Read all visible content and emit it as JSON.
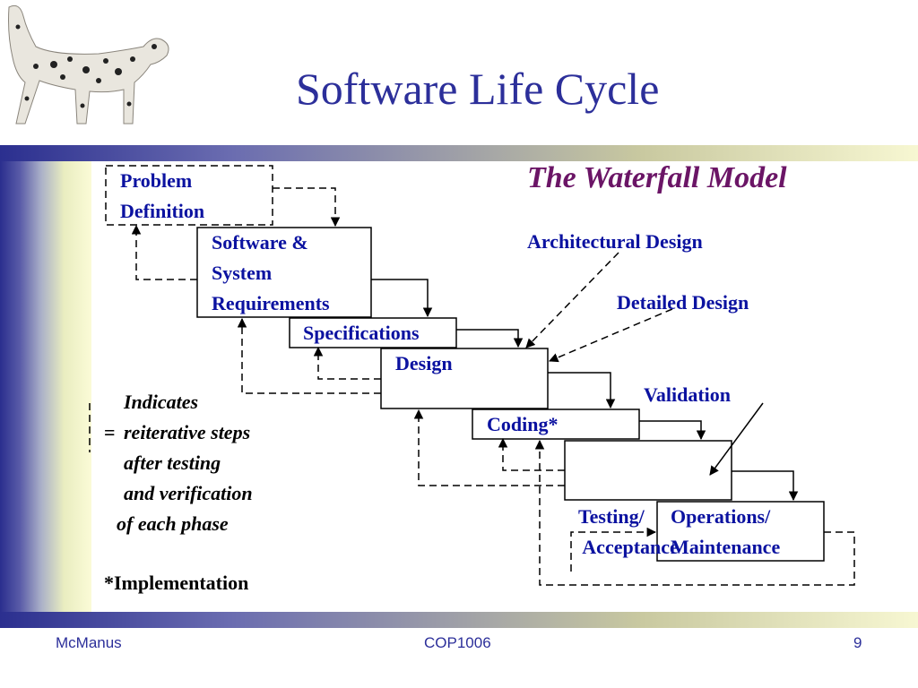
{
  "slide": {
    "title": "Software Life Cycle",
    "subtitle": "The Waterfall Model",
    "footer": {
      "left": "McManus",
      "center": "COP1006",
      "right": "9"
    }
  },
  "phases": [
    {
      "lines": [
        "Problem",
        "Definition"
      ]
    },
    {
      "lines": [
        "Software &",
        "System",
        "Requirements"
      ]
    },
    {
      "lines": [
        "Specifications"
      ]
    },
    {
      "lines": [
        "Design"
      ]
    },
    {
      "lines": [
        "Coding*"
      ]
    },
    {
      "lines": [
        "Testing/",
        " Acceptance"
      ]
    },
    {
      "lines": [
        "Operations/",
        "Maintenance"
      ]
    }
  ],
  "annotations": {
    "architectural": "Architectural Design",
    "detailed": "Detailed Design",
    "validation": "Validation"
  },
  "legend": {
    "equals": "=",
    "lines": [
      "Indicates",
      "reiterative steps",
      "after testing",
      "and verification",
      "of each phase"
    ]
  },
  "implementation_note": "*Implementation",
  "icons": {
    "logo": "dalmatian-dog-icon"
  },
  "colors": {
    "title": "#2c2f9a",
    "subtitle": "#6b1566",
    "diagram_text": "#0b12a0"
  }
}
